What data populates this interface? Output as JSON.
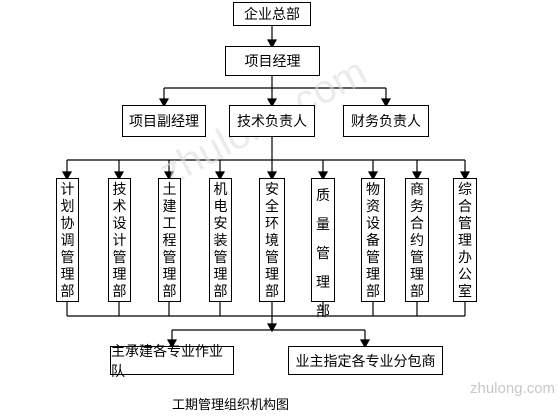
{
  "nodes": {
    "root": "企业总部",
    "pm": "项目经理",
    "deputies": [
      "项目副经理",
      "技术负责人",
      "财务负责人"
    ],
    "departments": [
      "计划协调管理部",
      "技术设计管理部",
      "土建工程管理部",
      "机电安装管理部",
      "安全环境管理部",
      "质量管理部",
      "物资设备管理部",
      "商务合约管理部",
      "综合管理办公室"
    ],
    "bottom": [
      "主承建各专业作业队",
      "业主指定各专业分包商"
    ]
  },
  "caption": "工期管理组织机构图",
  "watermark": "zhulong.com"
}
